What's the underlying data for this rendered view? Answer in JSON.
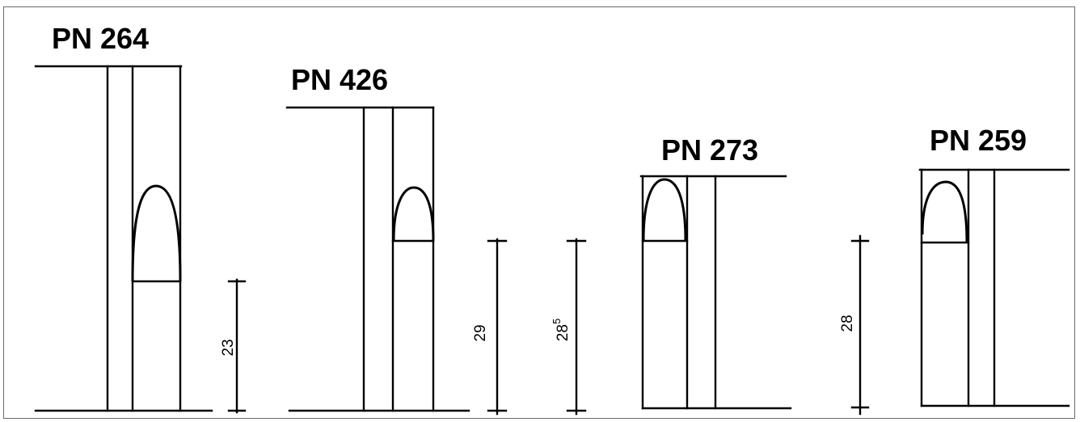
{
  "elevations": [
    {
      "title": "PN 264",
      "dimension": "23"
    },
    {
      "title": "PN 426",
      "dimension": "29"
    },
    {
      "title": "PN 273",
      "dimension": "28",
      "dimension_sup": "5"
    },
    {
      "title": "PN 259",
      "dimension": "28"
    }
  ],
  "colors": {
    "ink": "#000000",
    "border": "#6a6a6a",
    "background": "#ffffff"
  }
}
